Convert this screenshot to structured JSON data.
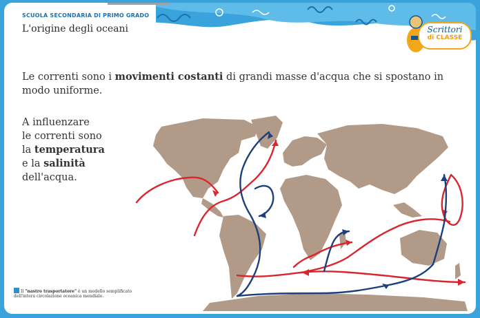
{
  "header": {
    "school_label": "SCUOLA SECONDARIA DI PRIMO GRADO",
    "title": "L'origine degli oceani"
  },
  "logo": {
    "line1": "Scrittori",
    "line2": "di CLASSE"
  },
  "intro": {
    "before": "Le correnti sono i ",
    "bold": "movimenti costanti",
    "after": " di grandi masse d'acqua che si spostano in modo uniforme."
  },
  "side_text": {
    "line1": "A influenzare",
    "line2": "le correnti sono",
    "line3_before": "la ",
    "line3_bold": "temperatura",
    "line4_before": "e la ",
    "line4_bold": "salinità",
    "line5": "dell'acqua."
  },
  "footnote": {
    "prefix": "Il ",
    "bold": "\"nastro trasportatore\"",
    "rest": " è un modello semplificato dell'intera circolazione oceanica mondiale."
  },
  "colors": {
    "land": "#b19a88",
    "warm_current": "#d9262e",
    "cold_current": "#1d3f7c",
    "header_blue": "#3aa3dc",
    "logo_orange": "#f2a71b"
  }
}
